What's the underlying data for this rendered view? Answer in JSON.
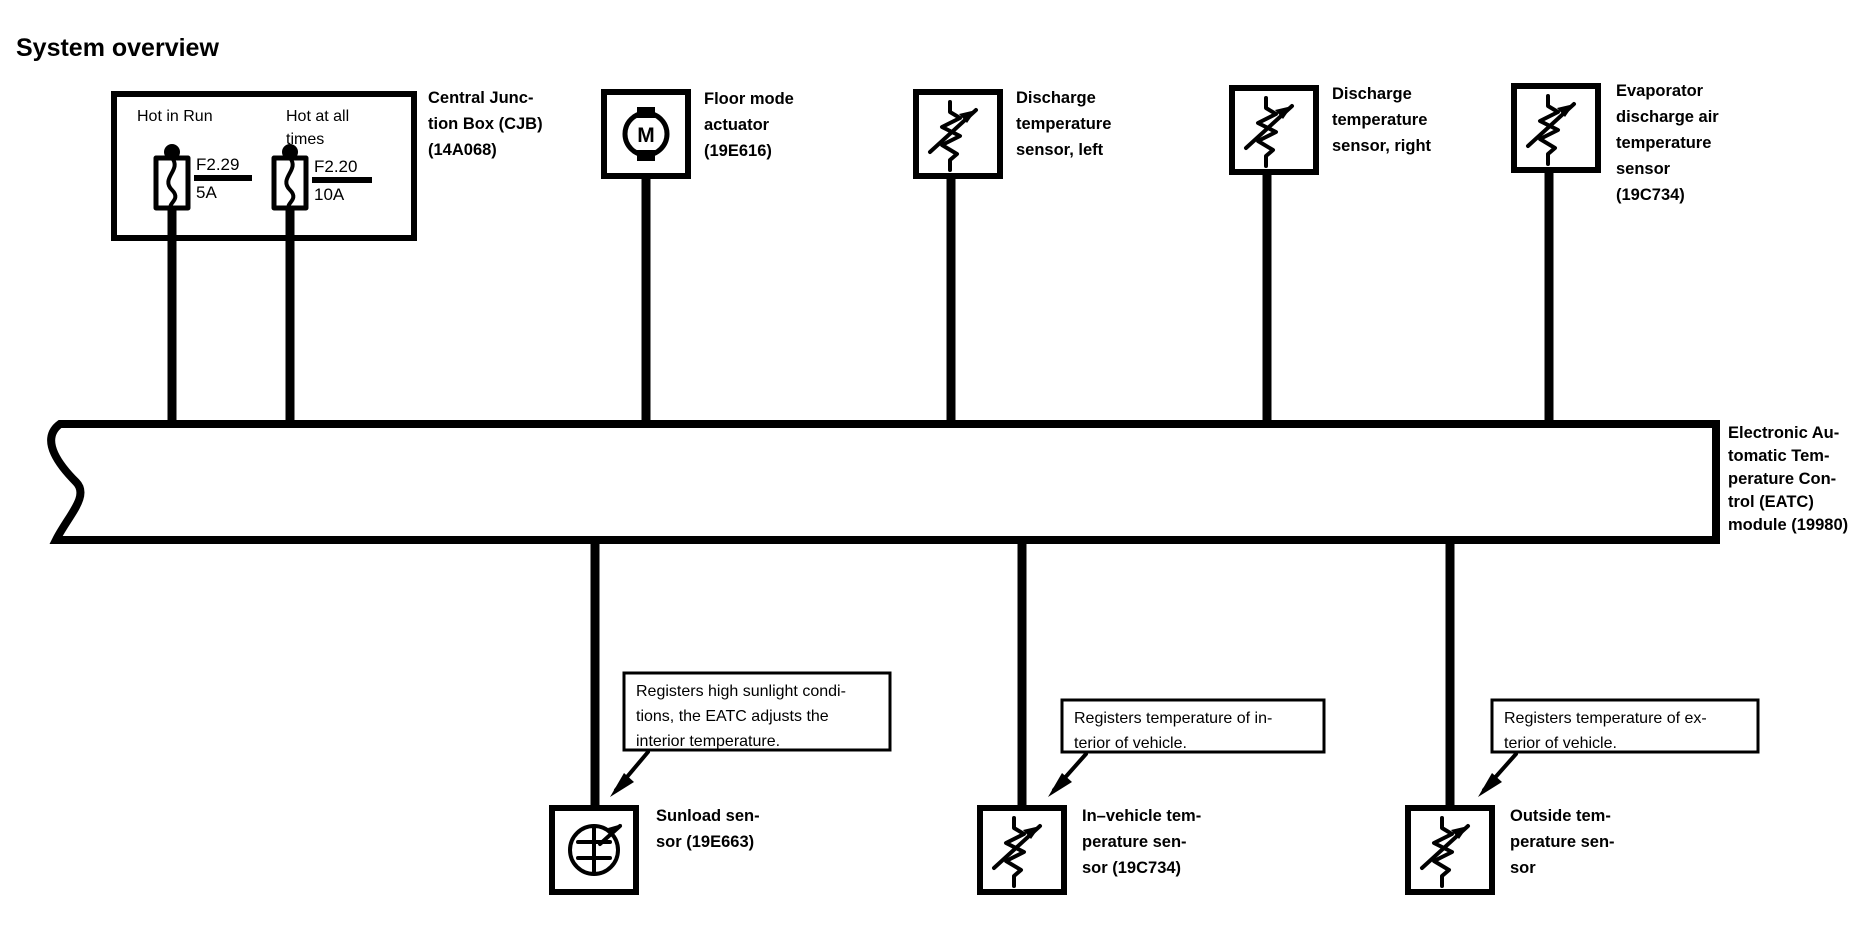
{
  "page": {
    "title": "System overview"
  },
  "cjb": {
    "label_lines": [
      "Central Junc-",
      "tion Box (CJB)",
      "(14A068)"
    ],
    "supplies": [
      {
        "name": "hot-in-run",
        "label_lines": [
          "Hot in Run"
        ],
        "fuse_id": "F2.29",
        "fuse_rating": "5A"
      },
      {
        "name": "hot-at-all-times",
        "label_lines": [
          "Hot at all",
          "times"
        ],
        "fuse_id": "F2.20",
        "fuse_rating": "10A"
      }
    ]
  },
  "module": {
    "label_lines": [
      "Electronic Au-",
      "tomatic Tem-",
      "perature Con-",
      "trol (EATC)",
      "module (19980)"
    ],
    "name": "eatc-module"
  },
  "top_components": [
    {
      "name": "floor-mode-actuator",
      "symbol": "motor-icon",
      "label_lines": [
        "Floor mode",
        "actuator",
        "(19E616)"
      ]
    },
    {
      "name": "discharge-temperature-sensor-left",
      "symbol": "thermistor-icon",
      "label_lines": [
        "Discharge",
        "temperature",
        "sensor, left"
      ]
    },
    {
      "name": "discharge-temperature-sensor-right",
      "symbol": "thermistor-icon",
      "label_lines": [
        "Discharge",
        "temperature",
        "sensor, right"
      ]
    },
    {
      "name": "evaporator-discharge-air-temperature-sensor",
      "symbol": "thermistor-icon",
      "label_lines": [
        "Evaporator",
        "discharge air",
        "temperature",
        "sensor",
        "(19C734)"
      ]
    }
  ],
  "bottom_components": [
    {
      "name": "sunload-sensor",
      "symbol": "photodiode-icon",
      "label_lines": [
        "Sunload sen-",
        "sor (19E663)"
      ],
      "callout_lines": [
        "Registers high sunlight condi-",
        "tions, the EATC adjusts the",
        "interior temperature."
      ]
    },
    {
      "name": "in-vehicle-temperature-sensor",
      "symbol": "thermistor-icon",
      "label_lines": [
        "In–vehicle tem-",
        "perature sen-",
        "sor (19C734)"
      ],
      "callout_lines": [
        "Registers temperature of in-",
        "terior of vehicle."
      ]
    },
    {
      "name": "outside-temperature-sensor",
      "symbol": "thermistor-icon",
      "label_lines": [
        "Outside tem-",
        "perature sen-",
        "sor"
      ],
      "callout_lines": [
        "Registers temperature of ex-",
        "terior of vehicle."
      ]
    }
  ],
  "colors": {
    "ink": "#000000",
    "paper": "#ffffff"
  }
}
